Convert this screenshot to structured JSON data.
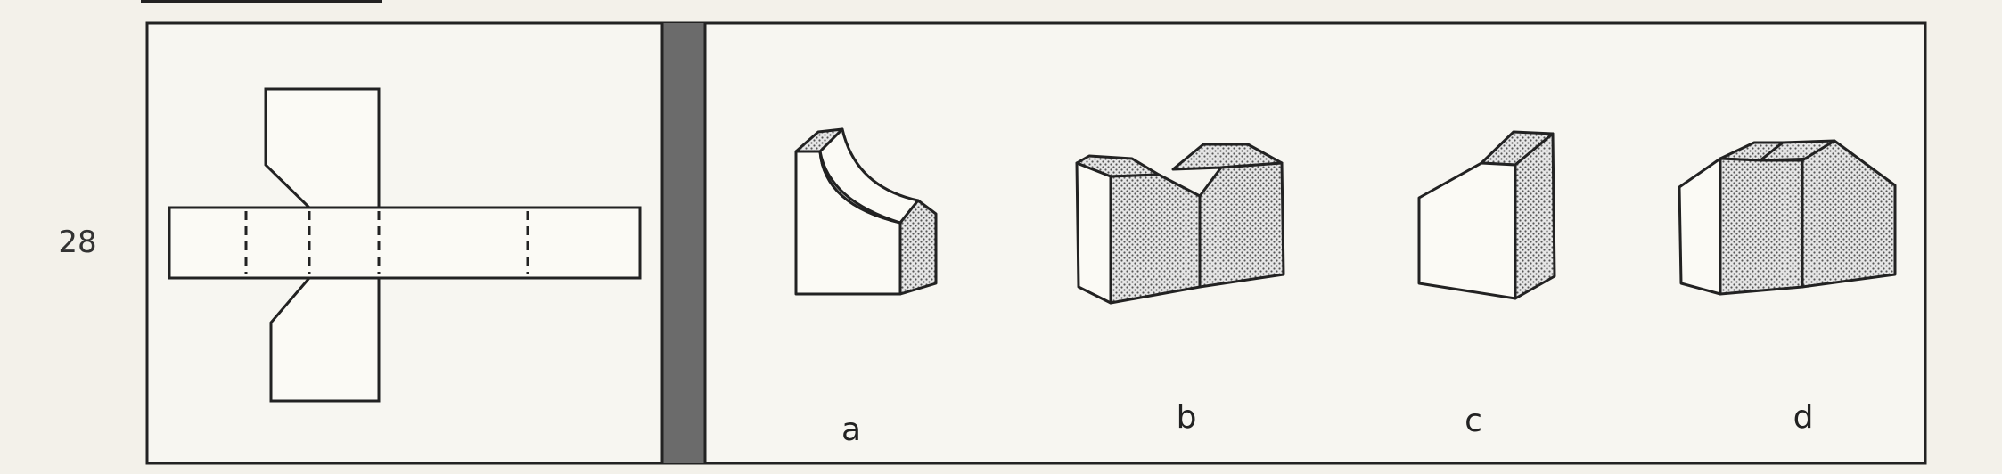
{
  "question": {
    "number": "28"
  },
  "options": [
    {
      "id": "a",
      "label": "a"
    },
    {
      "id": "b",
      "label": "b"
    },
    {
      "id": "c",
      "label": "c"
    },
    {
      "id": "d",
      "label": "d"
    }
  ],
  "colors": {
    "line": "#222222",
    "paper": "#f3f1ea",
    "panel": "#f7f6f1",
    "shade": "#cfcfcf",
    "divider": "#6b6b6b"
  }
}
